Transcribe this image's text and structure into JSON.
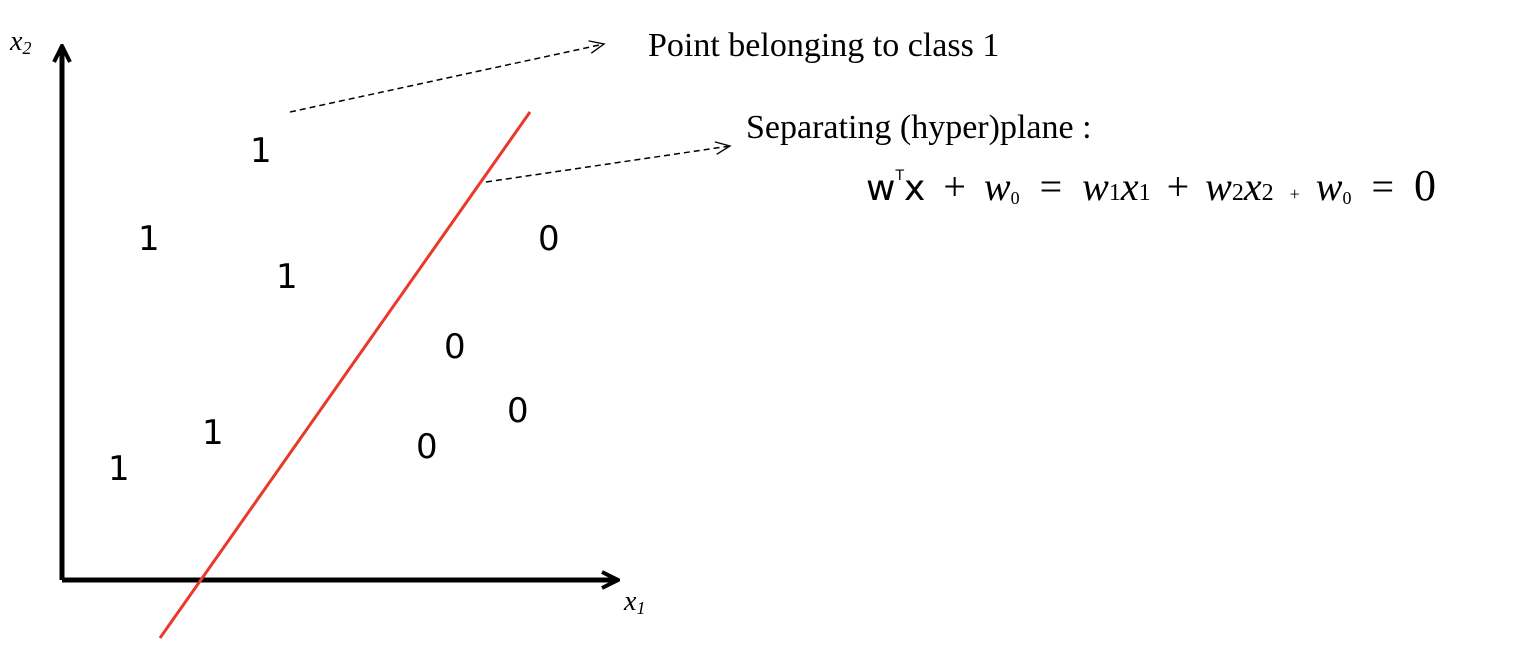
{
  "axes": {
    "x_label": "x",
    "x_label_sub": "1",
    "y_label": "x",
    "y_label_sub": "2",
    "axis_color": "#000000"
  },
  "points": [
    {
      "label": "1",
      "class": 1
    },
    {
      "label": "1",
      "class": 1
    },
    {
      "label": "1",
      "class": 1
    },
    {
      "label": "1",
      "class": 1
    },
    {
      "label": "1",
      "class": 1
    },
    {
      "label": "0",
      "class": 0
    },
    {
      "label": "0",
      "class": 0
    },
    {
      "label": "0",
      "class": 0
    },
    {
      "label": "0",
      "class": 0
    }
  ],
  "separator": {
    "color": "#e8392b"
  },
  "annotations": {
    "point_label": "Point belonging to class 1",
    "plane_label": "Separating (hyper)plane :"
  },
  "equation": {
    "w": "w",
    "T": "T",
    "x": "x",
    "plus": "+",
    "w0": "w",
    "sub0": "0",
    "eq": "=",
    "w1": "w",
    "sub1": "1",
    "x1": "x",
    "x1sub": "1",
    "plus2": "+",
    "w2": "w",
    "sub2": "2",
    "x2": "x",
    "x2sub": "2",
    "plus3": "+",
    "w0b": "w",
    "sub0b": "0",
    "eq2": "=",
    "zero": "0"
  }
}
